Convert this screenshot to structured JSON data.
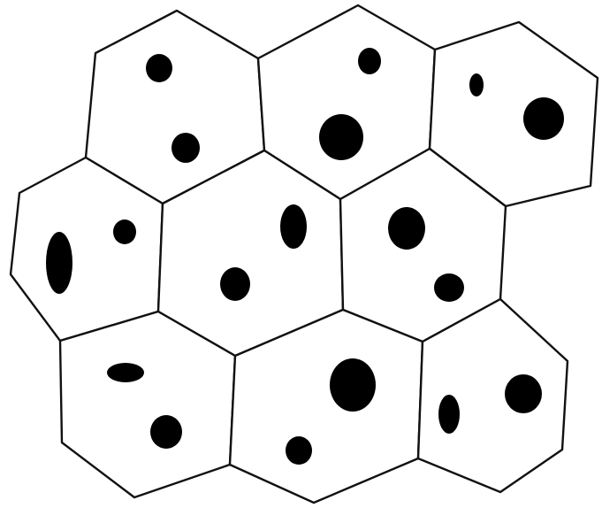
{
  "diagram": {
    "cell_count": 9,
    "colors": {
      "background": "#ffffff",
      "cell_wall": "#111111",
      "blob": "#000000"
    },
    "cells": [
      {
        "id": "top-left",
        "blob_count": 2
      },
      {
        "id": "top-center",
        "blob_count": 2
      },
      {
        "id": "top-right",
        "blob_count": 2
      },
      {
        "id": "middle-left",
        "blob_count": 2
      },
      {
        "id": "middle-center",
        "blob_count": 2
      },
      {
        "id": "middle-right",
        "blob_count": 2
      },
      {
        "id": "bottom-left",
        "blob_count": 2
      },
      {
        "id": "bottom-center",
        "blob_count": 2
      },
      {
        "id": "bottom-right",
        "blob_count": 2
      }
    ]
  }
}
